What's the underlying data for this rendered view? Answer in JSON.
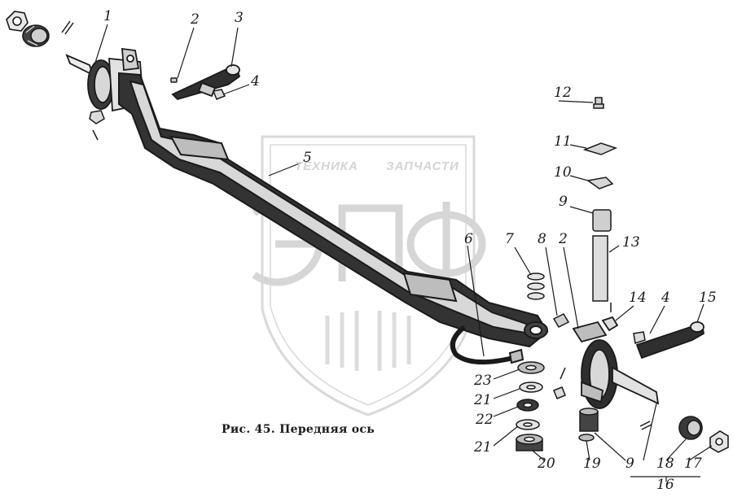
{
  "caption": "Рис. 45. Передняя ось",
  "watermark": {
    "logo_letters": "ЭПФ",
    "text_left": "ТЕХНИКА",
    "text_right": "ЗАПЧАСТИ"
  },
  "callouts": [
    {
      "id": "c1",
      "label": "1"
    },
    {
      "id": "c2a",
      "label": "2"
    },
    {
      "id": "c3",
      "label": "3"
    },
    {
      "id": "c4a",
      "label": "4"
    },
    {
      "id": "c5",
      "label": "5"
    },
    {
      "id": "c12",
      "label": "12"
    },
    {
      "id": "c11",
      "label": "11"
    },
    {
      "id": "c10",
      "label": "10"
    },
    {
      "id": "c9a",
      "label": "9"
    },
    {
      "id": "c13",
      "label": "13"
    },
    {
      "id": "c6",
      "label": "6"
    },
    {
      "id": "c7",
      "label": "7"
    },
    {
      "id": "c8",
      "label": "8"
    },
    {
      "id": "c2b",
      "label": "2"
    },
    {
      "id": "c14",
      "label": "14"
    },
    {
      "id": "c4b",
      "label": "4"
    },
    {
      "id": "c15",
      "label": "15"
    },
    {
      "id": "c23",
      "label": "23"
    },
    {
      "id": "c21a",
      "label": "21"
    },
    {
      "id": "c22",
      "label": "22"
    },
    {
      "id": "c21b",
      "label": "21"
    },
    {
      "id": "c20",
      "label": "20"
    },
    {
      "id": "c19",
      "label": "19"
    },
    {
      "id": "c9b",
      "label": "9"
    },
    {
      "id": "c18",
      "label": "18"
    },
    {
      "id": "c17",
      "label": "17"
    },
    {
      "id": "c16",
      "label": "16"
    }
  ]
}
